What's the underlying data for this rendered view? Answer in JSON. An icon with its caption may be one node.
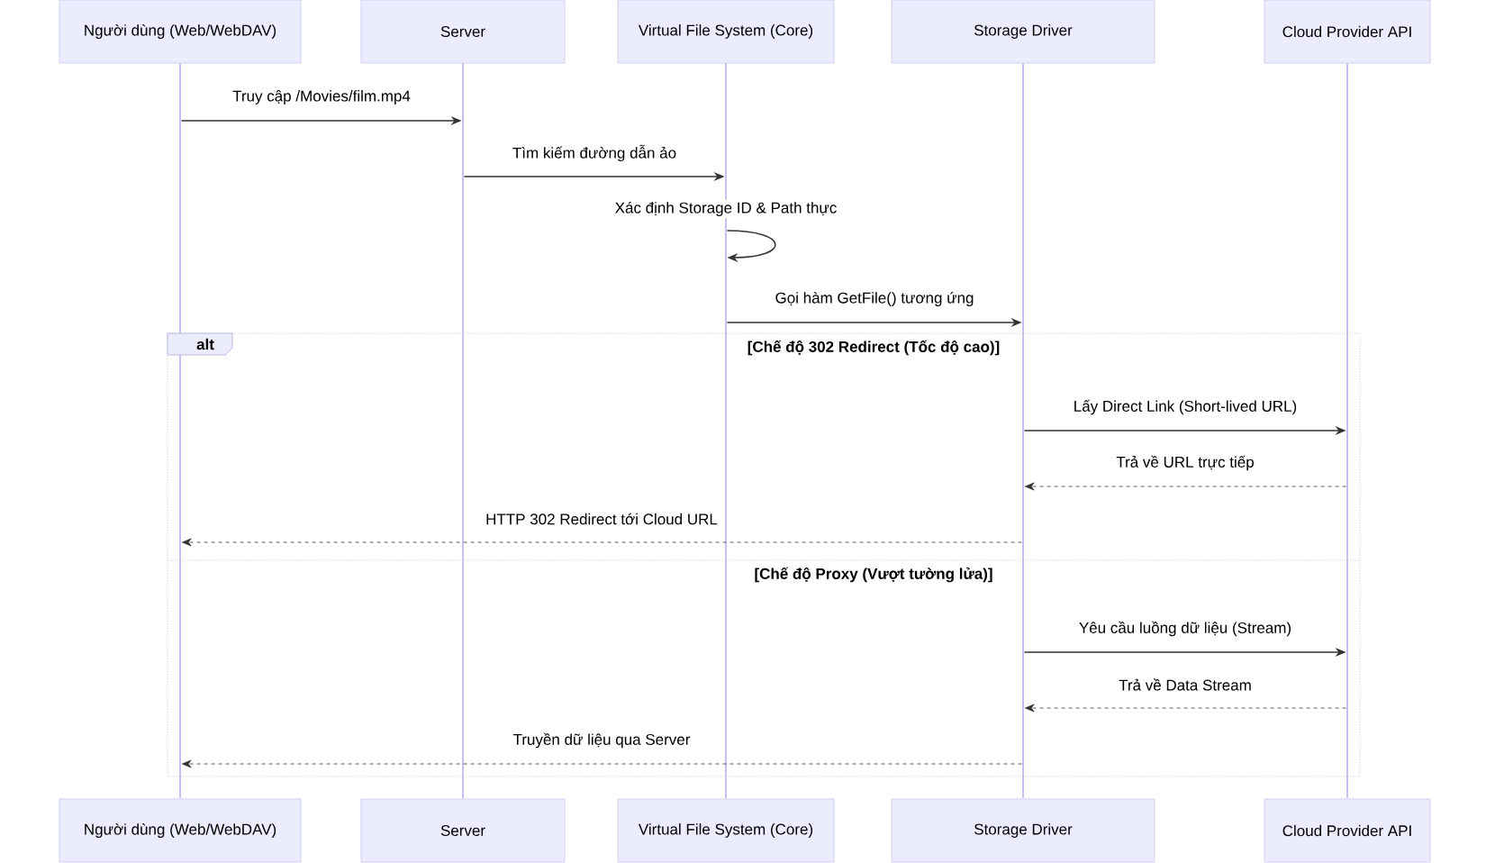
{
  "diagram": {
    "nodes": [
      {
        "text": [
          "Người dùng (Web/WebDAV)"
        ]
      },
      {
        "text": [
          "Server"
        ]
      },
      {
        "text": [
          "Virtual File System (Core)"
        ]
      },
      {
        "text": [
          "Storage Driver"
        ]
      },
      {
        "text": [
          "Cloud Provider API"
        ]
      },
      {
        "text": [
          "Người dùng (Web/WebDAV)"
        ]
      },
      {
        "text": [
          "Server"
        ]
      },
      {
        "text": [
          "Virtual File System (Core)"
        ]
      },
      {
        "text": [
          "Storage Driver"
        ]
      },
      {
        "text": [
          "Cloud Provider API"
        ]
      },
      {
        "text": [],
        "shape": "bar"
      },
      {
        "text": [],
        "shape": "bar"
      },
      {
        "text": [],
        "shape": "bar"
      },
      {
        "text": [],
        "shape": "bar"
      },
      {
        "text": [],
        "shape": "bar"
      }
    ],
    "edges": [
      {
        "from": 10,
        "to": 11,
        "arrow": "to",
        "label": "Truy cập /Movies/film.mp4"
      },
      {
        "from": 11,
        "to": 12,
        "arrow": "to",
        "label": "Tìm kiếm đường dẫn ảo"
      },
      {
        "from": 12,
        "to": 12,
        "arrow": "to",
        "label": "Xác định Storage ID & Path thực"
      },
      {
        "from": 12,
        "to": 13,
        "arrow": "to",
        "label": "Gọi hàm GetFile() tương ứng"
      },
      {
        "from": 13,
        "to": 14,
        "arrow": "to",
        "label": "Lấy Direct Link (Short-lived URL)"
      },
      {
        "from": 14,
        "to": 13,
        "arrow": "to",
        "label": "Trả về URL trực tiếp",
        "style": "dashed"
      },
      {
        "from": 13,
        "to": 10,
        "arrow": "to",
        "label": "HTTP 302 Redirect tới Cloud URL",
        "style": "dashed"
      },
      {
        "from": 13,
        "to": 14,
        "arrow": "to",
        "label": "Yêu cầu luồng dữ liệu (Stream)"
      },
      {
        "from": 14,
        "to": 13,
        "arrow": "to",
        "label": "Trả về Data Stream",
        "style": "dashed"
      },
      {
        "from": 13,
        "to": 10,
        "arrow": "to",
        "label": "Truyền dữ liệu qua Server",
        "style": "dashed"
      }
    ],
    "labels": [
      "alt",
      "[Chế độ 302 Redirect (Tốc độ cao)]",
      "[Chế độ Proxy (Vượt tường lửa)]"
    ]
  }
}
